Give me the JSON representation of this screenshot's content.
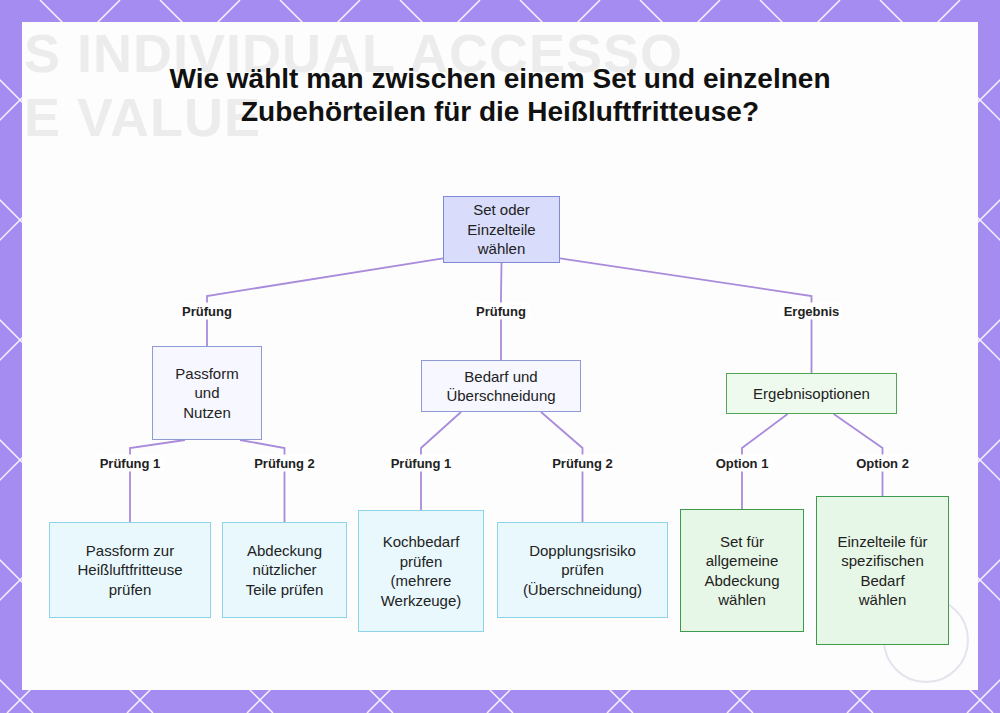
{
  "diagram": {
    "title": "Wie wählt man zwischen einem Set und einzelnen Zubehörteilen für die Heißluftfritteuse?",
    "nodes": [
      {
        "text": [
          "Set oder Einzelteile wählen"
        ]
      },
      {
        "text": [
          "Passform und Nutzen"
        ]
      },
      {
        "text": [
          "Bedarf und Überschneidung"
        ]
      },
      {
        "text": [
          "Ergebnisoptionen"
        ]
      },
      {
        "text": [
          "Passform zur Heißluftfritteuse prüfen"
        ]
      },
      {
        "text": [
          "Abdeckung nützlicher Teile prüfen"
        ]
      },
      {
        "text": [
          "Kochbedarf prüfen (mehrere Werkzeuge)"
        ]
      },
      {
        "text": [
          "Dopplungsrisiko prüfen (Überschneidung)"
        ]
      },
      {
        "text": [
          "Set für allgemeine Abdeckung wählen"
        ]
      },
      {
        "text": [
          "Einzelteile für spezifischen Bedarf wählen"
        ]
      }
    ],
    "edges": [
      {
        "from": 0,
        "to": 1,
        "arrow": "none",
        "label": "Prüfung"
      },
      {
        "from": 0,
        "to": 2,
        "arrow": "none",
        "label": "Prüfung"
      },
      {
        "from": 0,
        "to": 3,
        "arrow": "none",
        "label": "Ergebnis"
      },
      {
        "from": 1,
        "to": 4,
        "arrow": "none",
        "label": "Prüfung 1"
      },
      {
        "from": 1,
        "to": 5,
        "arrow": "none",
        "label": "Prüfung 2"
      },
      {
        "from": 2,
        "to": 6,
        "arrow": "none",
        "label": "Prüfung 1"
      },
      {
        "from": 2,
        "to": 7,
        "arrow": "none",
        "label": "Prüfung 2"
      },
      {
        "from": 3,
        "to": 8,
        "arrow": "none",
        "label": "Option 1"
      },
      {
        "from": 3,
        "to": 9,
        "arrow": "none",
        "label": "Option 2"
      }
    ],
    "labels": [
      "S INDIVIDUAL ACCESSO",
      "E VALUE"
    ]
  }
}
